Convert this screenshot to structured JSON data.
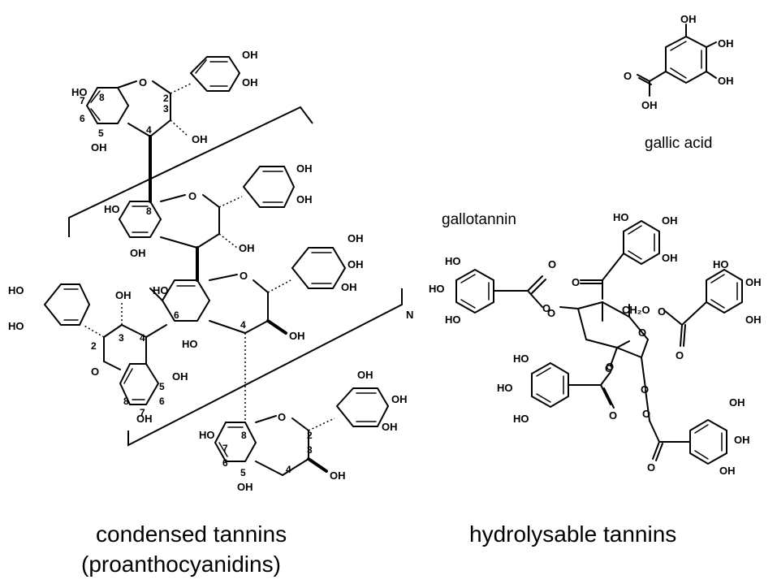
{
  "captions": {
    "condensed_line1": "condensed tannins",
    "condensed_line2": "(proanthocyanidins)",
    "hydrolysable": "hydrolysable tannins",
    "gallic_acid": "gallic acid",
    "gallotannin": "gallotannin"
  },
  "labels": {
    "oh": "OH",
    "ho": "HO",
    "o": "O",
    "ch2o": "CH₂O",
    "n": "N"
  },
  "locants": [
    "2",
    "3",
    "4",
    "5",
    "6",
    "7",
    "8"
  ]
}
